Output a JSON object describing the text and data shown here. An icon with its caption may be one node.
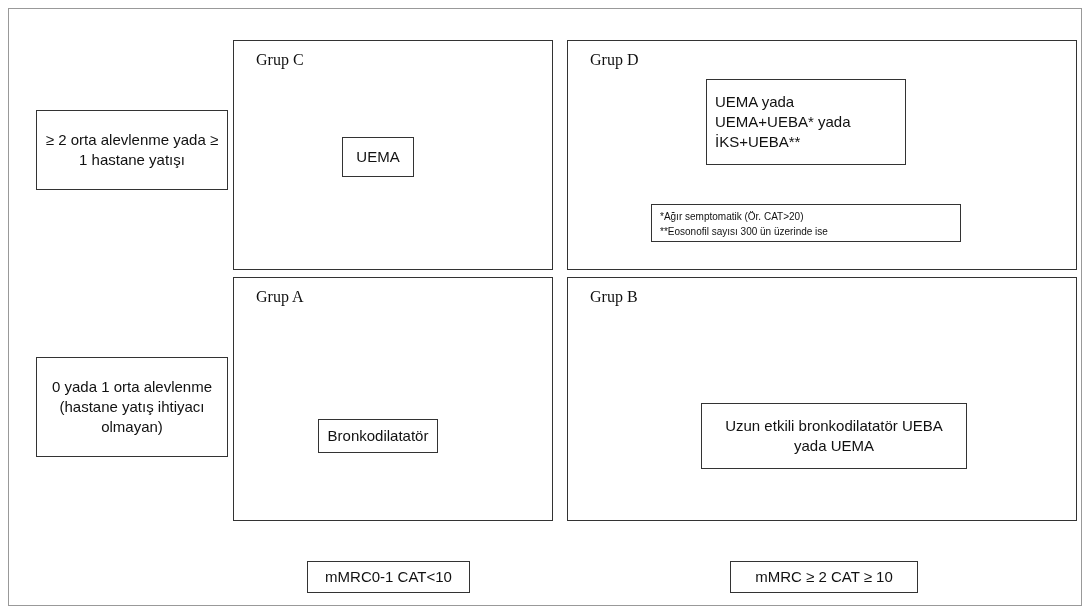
{
  "diagram": {
    "nodes": [
      {
        "text": [
          "≥ 2 orta alevlenme yada ≥ 1 hastane yatışı"
        ]
      },
      {
        "text": [
          "Grup C"
        ]
      },
      {
        "text": [
          "UEMA"
        ],
        "in": 1
      },
      {
        "text": [
          "Grup D"
        ]
      },
      {
        "text": [
          "UEMA yada UEMA+UEBA* yada İKS+UEBA**"
        ],
        "in": 3
      },
      {
        "text": [
          "*Ağır semptomatik (Ör. CAT>20)",
          "**Eosonofil sayısı 300 ün üzerinde ise"
        ],
        "in": 3
      },
      {
        "text": [
          "0 yada 1 orta alevlenme (hastane yatış ihtiyacı olmayan)"
        ]
      },
      {
        "text": [
          "Grup A"
        ]
      },
      {
        "text": [
          "Bronkodilatatör"
        ],
        "in": 7
      },
      {
        "text": [
          "Grup B"
        ]
      },
      {
        "text": [
          "Uzun etkili bronkodilatatör UEBA yada UEMA"
        ],
        "in": 9
      },
      {
        "text": [
          "mMRC0-1 CAT<10"
        ]
      },
      {
        "text": [
          "mMRC ≥ 2 CAT ≥ 10"
        ]
      }
    ]
  }
}
